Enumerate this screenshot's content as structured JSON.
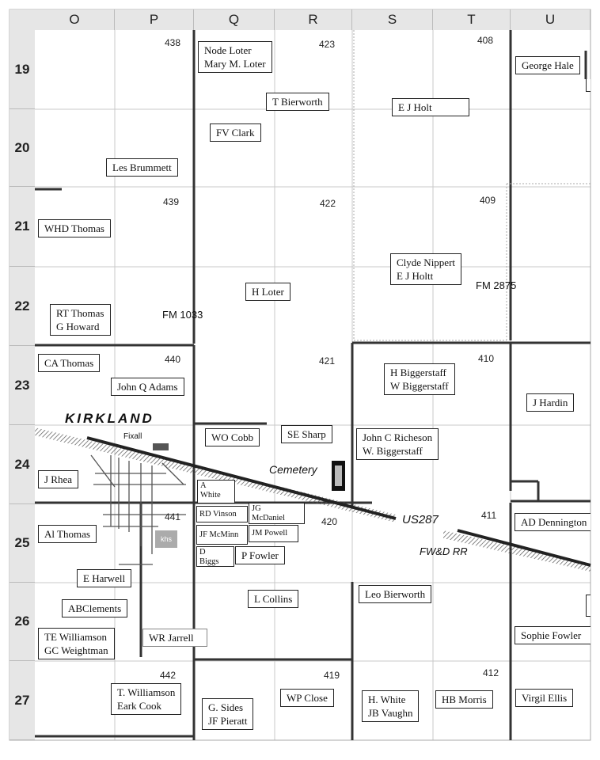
{
  "columns": [
    "O",
    "P",
    "Q",
    "R",
    "S",
    "T",
    "U"
  ],
  "rows": [
    "19",
    "20",
    "21",
    "22",
    "23",
    "24",
    "25",
    "26",
    "27"
  ],
  "sections": [
    "438",
    "423",
    "408",
    "439",
    "422",
    "409",
    "440",
    "421",
    "410",
    "441",
    "420",
    "411",
    "442",
    "419",
    "412"
  ],
  "roads": {
    "fm1033": "FM 1033",
    "fm2875": "FM 2875",
    "us287": "US287",
    "railroad": "FW&D RR"
  },
  "places": {
    "town": "KIRKLAND",
    "cemetery": "Cemetery",
    "fixall": "Fixall",
    "khs": "khs"
  },
  "owners": {
    "node_loter": [
      "Node Loter",
      "Mary M. Loter"
    ],
    "george_hale": "George Hale",
    "t_bierworth": "T Bierworth",
    "ej_holt": "E J Holt",
    "fv_clark": "FV Clark",
    "les_brummett": "Les Brummett",
    "whd_thomas": "WHD Thomas",
    "clyde_nippert": [
      "Clyde Nippert",
      "E J Holtt"
    ],
    "h_loter": "H Loter",
    "rt_thomas": [
      "RT Thomas",
      "G Howard"
    ],
    "ca_thomas": "CA Thomas",
    "john_q_adams": "John Q Adams",
    "biggerstaff": [
      "H Biggerstaff",
      "W Biggerstaff"
    ],
    "j_hardin": "J Hardin",
    "wo_cobb": "WO Cobb",
    "se_sharp": "SE Sharp",
    "richeson": [
      "John C Richeson",
      "W. Biggerstaff"
    ],
    "j_rhea": "J Rhea",
    "a_white": [
      "A",
      "White"
    ],
    "rd_vinson": "RD Vinson",
    "jg_mcdaniel": [
      "JG",
      "McDaniel"
    ],
    "jf_mcminn": "JF McMinn",
    "jm_powell": "JM Powell",
    "d_biggs": [
      "D",
      "Biggs"
    ],
    "p_fowler": "P Fowler",
    "al_thomas": "Al Thomas",
    "ad_dennington": "AD Dennington",
    "e_harwell": "E Harwell",
    "abclements": "ABClements",
    "l_collins": "L Collins",
    "leo_bierworth": "Leo Bierworth",
    "te_williamson": [
      "TE Williamson",
      "GC Weightman"
    ],
    "wr_jarrell": "WR Jarrell",
    "sophie_fowler": "Sophie Fowler",
    "t_williamson": [
      "T. Williamson",
      "Eark Cook"
    ],
    "g_sides": [
      "G. Sides",
      "JF Pieratt"
    ],
    "wp_close": "WP Close",
    "h_white": [
      "H. White",
      "JB Vaughn"
    ],
    "hb_morris": "HB Morris",
    "virgil_ellis": "Virgil Ellis"
  }
}
